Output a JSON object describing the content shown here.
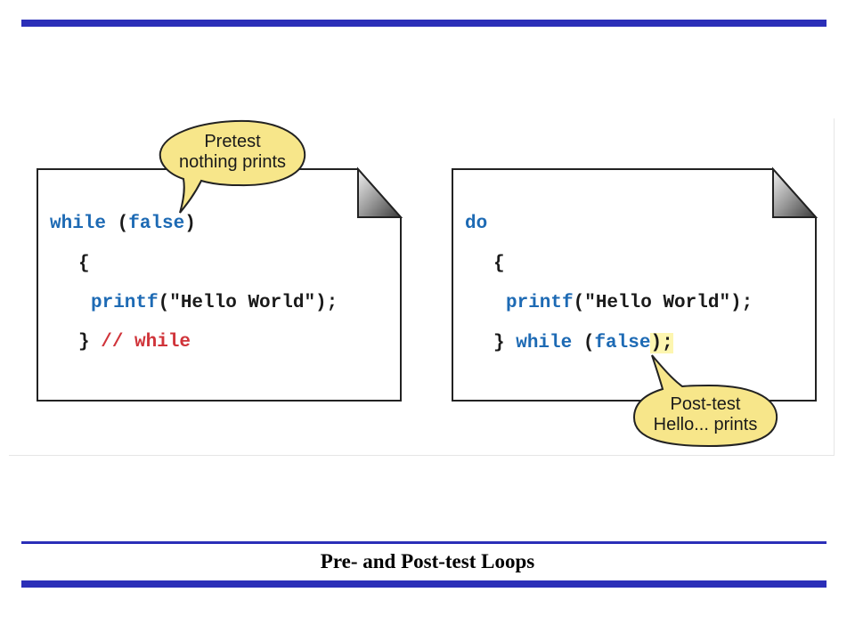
{
  "left_panel": {
    "keyword_while": "while",
    "open_paren": " (",
    "keyword_false": "false",
    "close_paren": ")",
    "open_brace": "{",
    "printf": "printf",
    "printf_args": "(\"Hello World\");",
    "close_brace": "}",
    "comment": "// while"
  },
  "right_panel": {
    "keyword_do": "do",
    "open_brace": "{",
    "printf": "printf",
    "printf_args": "(\"Hello World\");",
    "close_brace": "} ",
    "keyword_while": "while",
    "open_paren": " (",
    "keyword_false": "false",
    "close_paren": ")",
    "semicolon": ";"
  },
  "callout_pretest": {
    "line1": "Pretest",
    "line2": "nothing prints"
  },
  "callout_posttest": {
    "line1": "Post-test",
    "line2": "Hello... prints"
  },
  "caption": "Pre- and Post-test Loops",
  "colors": {
    "rule": "#2b2fb8",
    "keyword": "#1d6ab4",
    "comment": "#d0343a",
    "callout_fill": "#f7e68a",
    "highlight": "#fdf6b0"
  }
}
